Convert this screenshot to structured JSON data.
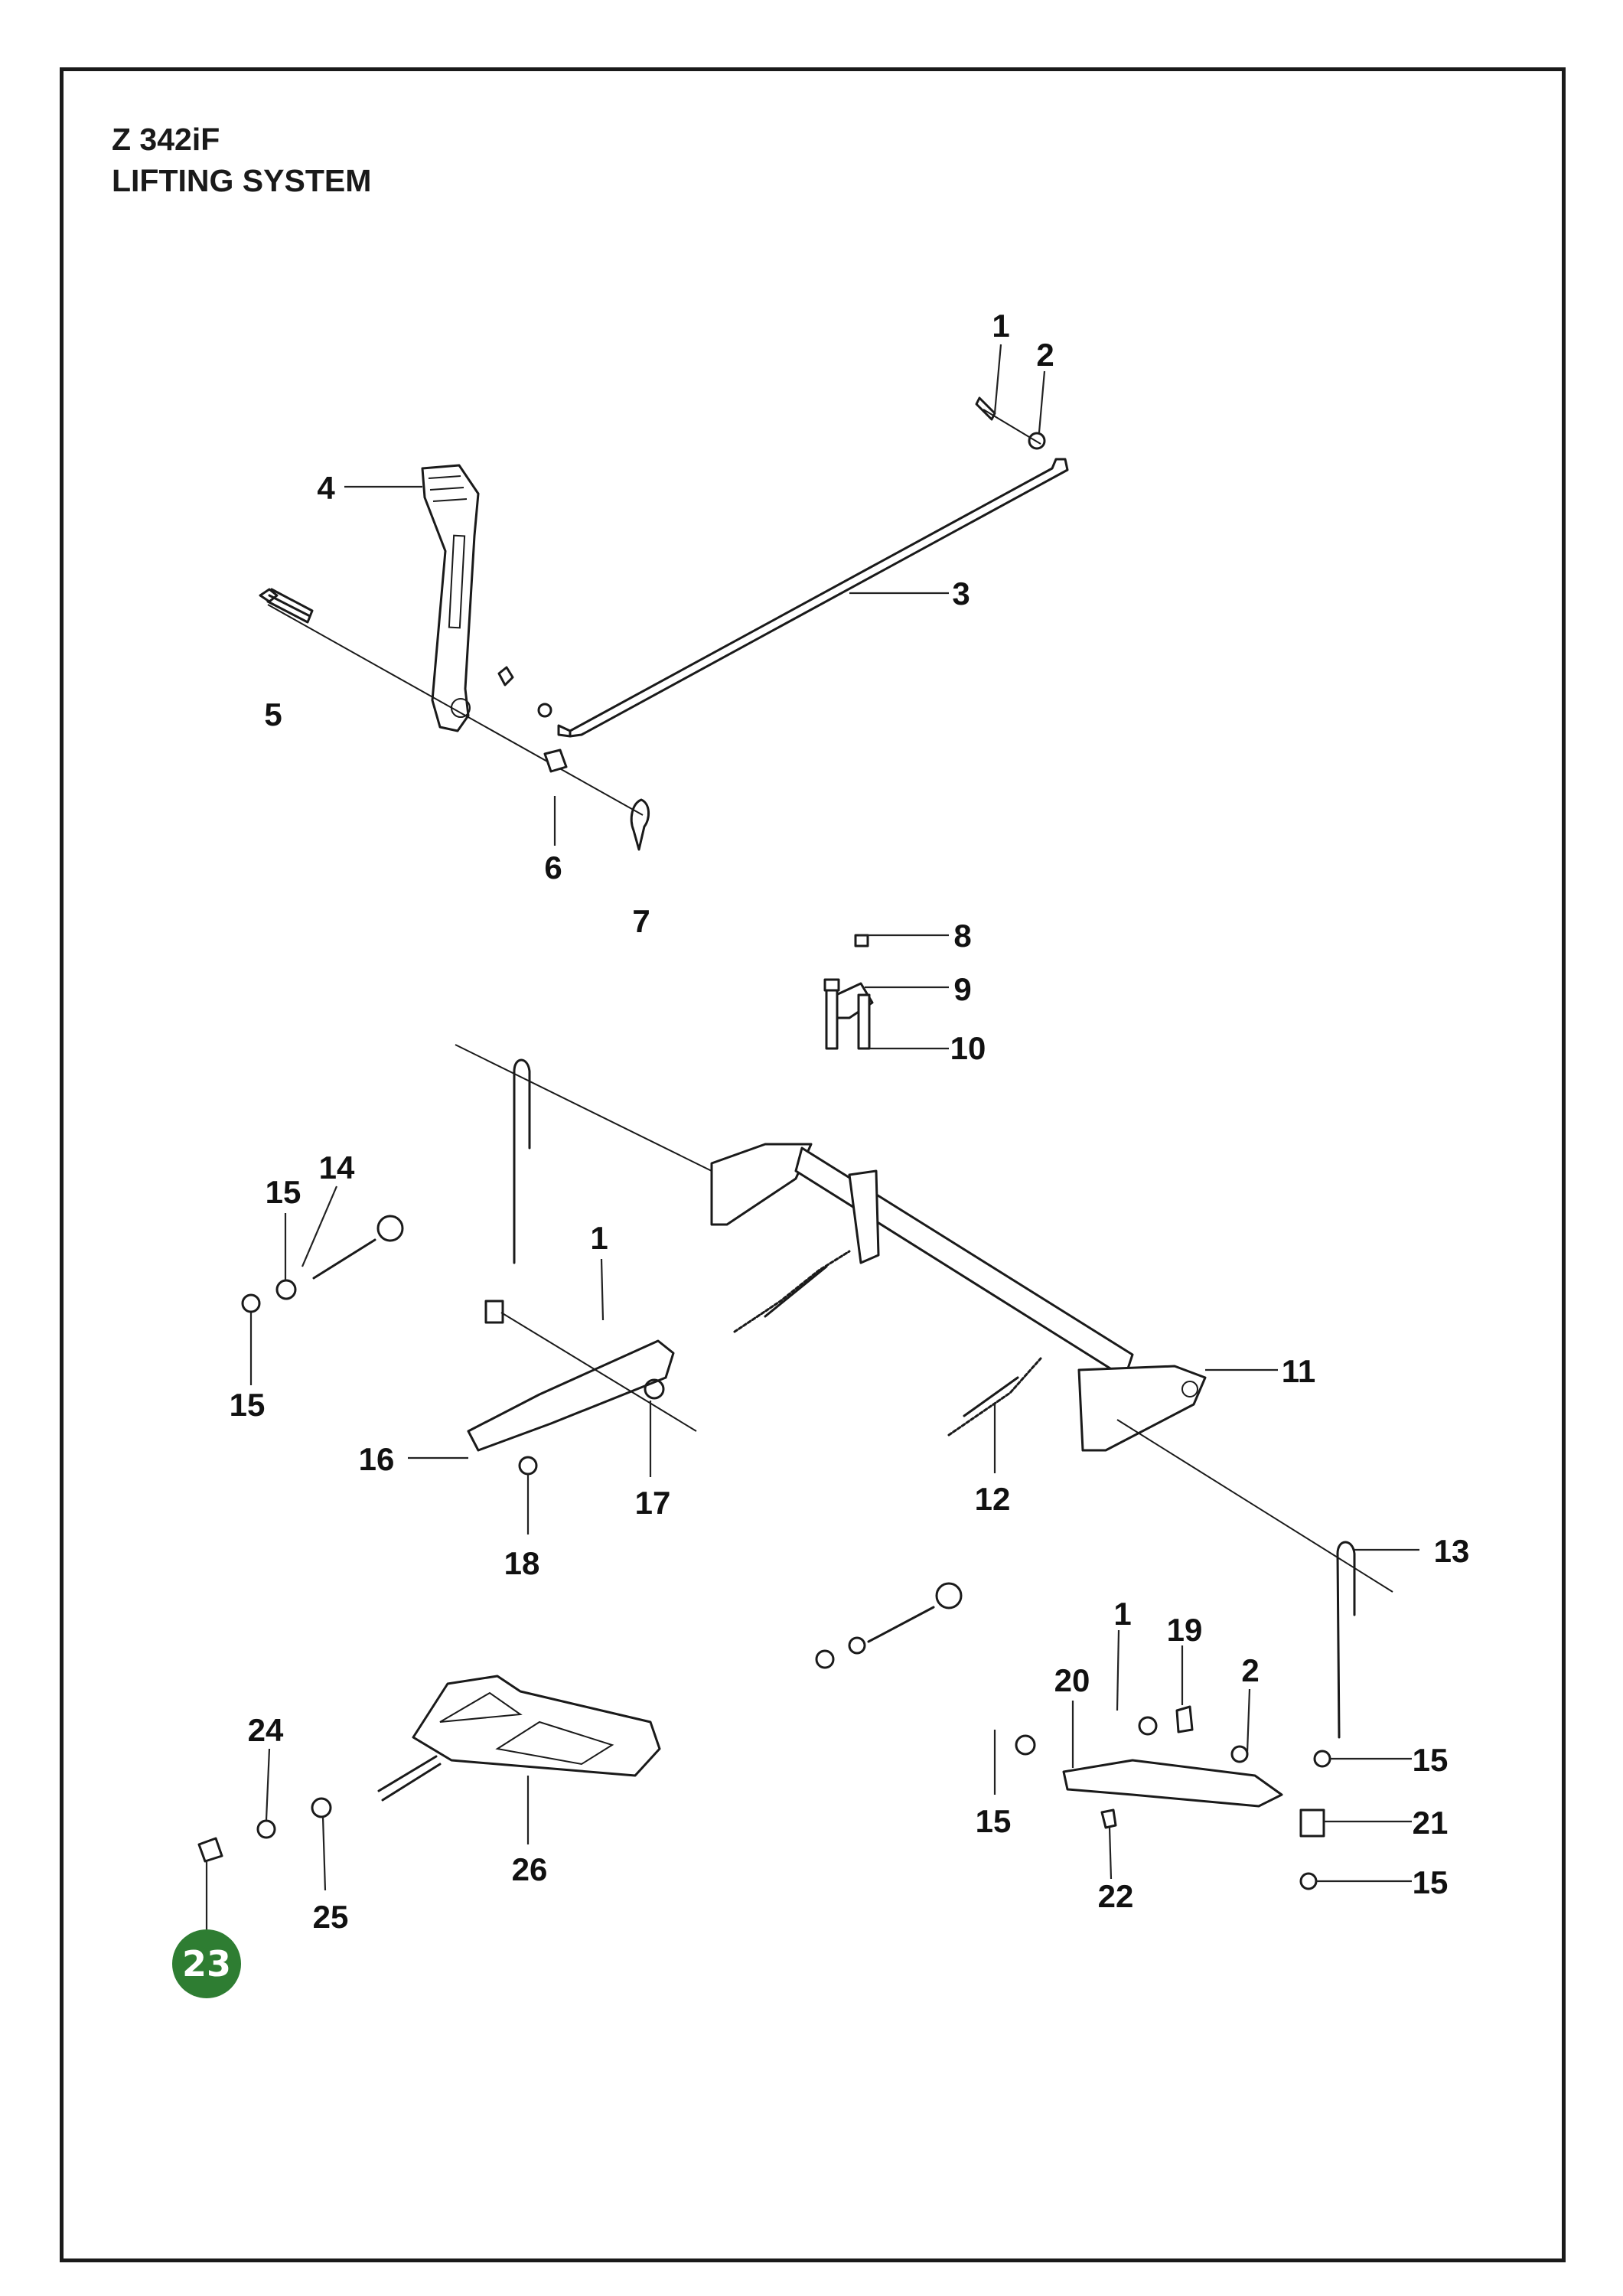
{
  "header": {
    "model": "Z 342iF",
    "section": "LIFTING SYSTEM"
  },
  "highlight": {
    "label": "23",
    "color": "#2e7d32"
  },
  "callouts": [
    {
      "id": "c1a",
      "label": "1"
    },
    {
      "id": "c2a",
      "label": "2"
    },
    {
      "id": "c3",
      "label": "3"
    },
    {
      "id": "c4",
      "label": "4"
    },
    {
      "id": "c5",
      "label": "5"
    },
    {
      "id": "c6",
      "label": "6"
    },
    {
      "id": "c7",
      "label": "7"
    },
    {
      "id": "c8",
      "label": "8"
    },
    {
      "id": "c9",
      "label": "9"
    },
    {
      "id": "c10",
      "label": "10"
    },
    {
      "id": "c14",
      "label": "14"
    },
    {
      "id": "c15a",
      "label": "15"
    },
    {
      "id": "c15b",
      "label": "15"
    },
    {
      "id": "c1b",
      "label": "1"
    },
    {
      "id": "c11",
      "label": "11"
    },
    {
      "id": "c16",
      "label": "16"
    },
    {
      "id": "c17",
      "label": "17"
    },
    {
      "id": "c12",
      "label": "12"
    },
    {
      "id": "c18",
      "label": "18"
    },
    {
      "id": "c13",
      "label": "13"
    },
    {
      "id": "c1c",
      "label": "1"
    },
    {
      "id": "c19",
      "label": "19"
    },
    {
      "id": "c20",
      "label": "20"
    },
    {
      "id": "c2b",
      "label": "2"
    },
    {
      "id": "c24",
      "label": "24"
    },
    {
      "id": "c15c",
      "label": "15"
    },
    {
      "id": "c15d",
      "label": "15"
    },
    {
      "id": "c21",
      "label": "21"
    },
    {
      "id": "c26",
      "label": "26"
    },
    {
      "id": "c15e",
      "label": "15"
    },
    {
      "id": "c25",
      "label": "25"
    },
    {
      "id": "c22",
      "label": "22"
    }
  ]
}
